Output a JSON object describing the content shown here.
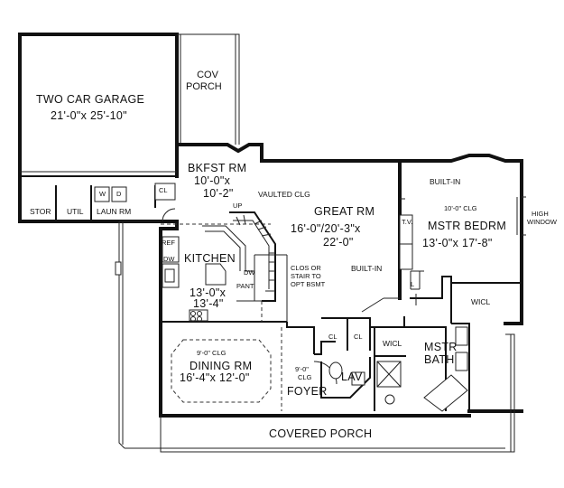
{
  "rooms": {
    "garage": {
      "name": "TWO CAR GARAGE",
      "size": "21'-0\"x 25'-10\""
    },
    "cov_porch": {
      "line1": "COV",
      "line2": "PORCH"
    },
    "bkfst": {
      "name": "BKFST RM",
      "size1": "10'-0\"x",
      "size2": "10'-2\""
    },
    "vaulted": "VAULTED CLG",
    "great": {
      "name": "GREAT RM",
      "size1": "16'-0\"/20'-3\"x",
      "size2": "22'-0\""
    },
    "master": {
      "clg": "10'-0\" CLG",
      "name": "MSTR BEDRM",
      "size": "13'-0\"x 17'-8\""
    },
    "high_window": {
      "line1": "HIGH",
      "line2": "WINDOW"
    },
    "stor": "STOR",
    "util": "UTIL",
    "laun": "LAUN RM",
    "w": "W",
    "d": "D",
    "cl_laun": "CL",
    "up": "UP",
    "ref": "REF",
    "dw": "DW",
    "kitchen": {
      "name": "KITCHEN",
      "size1": "13'-0\"x",
      "size2": "13'-4\""
    },
    "dw2": "DW",
    "pant": "PANT",
    "clos": {
      "line1": "CLOS OR",
      "line2": "STAIR TO",
      "line3": "OPT BSMT"
    },
    "built_in_top": "BUILT-IN",
    "tv": "T.V.",
    "built_in_mid": "BUILT-IN",
    "l": "L",
    "wicl_right": "WICL",
    "dining": {
      "clg": "9'-0\" CLG",
      "name": "DINING RM",
      "size": "16'-4\"x 12'-0\""
    },
    "foyer": {
      "clg1": "9'-0\"",
      "clg2": "CLG",
      "name": "FOYER"
    },
    "cl1": "CL",
    "cl2": "CL",
    "lav": "LAV",
    "wicl_bath": "WICL",
    "bath": {
      "line1": "MSTR",
      "line2": "BATH"
    },
    "covered_porch": "COVERED PORCH"
  }
}
